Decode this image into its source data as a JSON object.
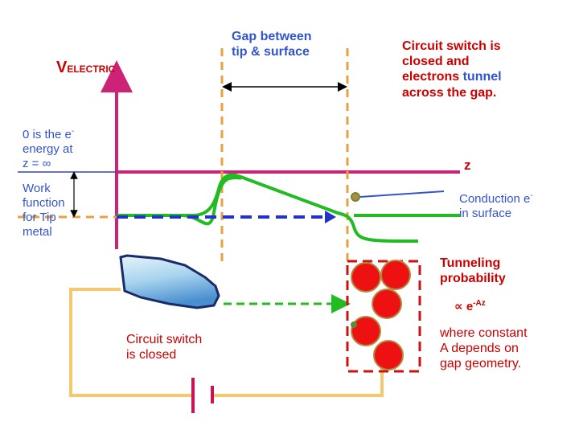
{
  "labels": {
    "v_electric_main": "V",
    "v_electric_sub": "ELECTRIC",
    "gap_line1": "Gap between",
    "gap_line2": "tip & surface",
    "circuit_closed_line1": "Circuit switch is",
    "circuit_closed_line2": "closed and",
    "circuit_closed_line3a": "electrons ",
    "circuit_closed_line3b": "tunnel",
    "circuit_closed_line4": "across the gap.",
    "zero_line1": "0 is the e",
    "zero_line1_sup": "-",
    "zero_line2": "energy at",
    "zero_line3": "z = ∞",
    "z_axis": "z",
    "work_line1": "Work",
    "work_line2": "function",
    "work_line3": "for Tip",
    "work_line4": "metal",
    "conduction_line1": "Conduction e",
    "conduction_sup": "-",
    "conduction_line2": "in surface",
    "tunneling_line1": "Tunneling",
    "tunneling_line2": "probability",
    "proportional": "∝ e",
    "exponent": "-Az",
    "switch_line1": "Circuit switch",
    "switch_line2": "is closed",
    "constant_line1": "where constant",
    "constant_line2": "A depends on",
    "constant_line3": "gap geometry."
  },
  "colors": {
    "axis_magenta": "#cc2277",
    "energy_green": "#22bb22",
    "energy_blue": "#2233cc",
    "tip_orange": "#f0b070",
    "gap_dashed_orange": "#e8a040",
    "circuit_yellow": "#f5c870",
    "label_red": "#cc0000",
    "label_blue": "#3355cc",
    "atom_red": "#ee1111",
    "battery_pink": "#cc1155"
  }
}
